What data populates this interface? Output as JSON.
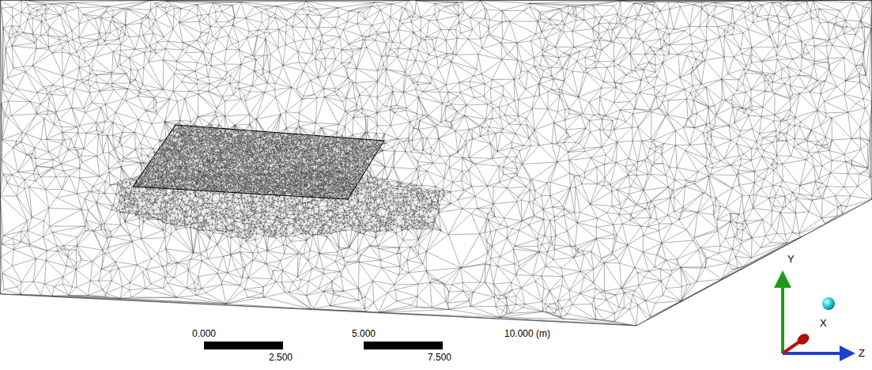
{
  "diagram": {
    "labels": [
      "0.000",
      "5.000",
      "10.000 (m)",
      "2.500",
      "7.500",
      "Y",
      "X",
      "Z"
    ]
  }
}
